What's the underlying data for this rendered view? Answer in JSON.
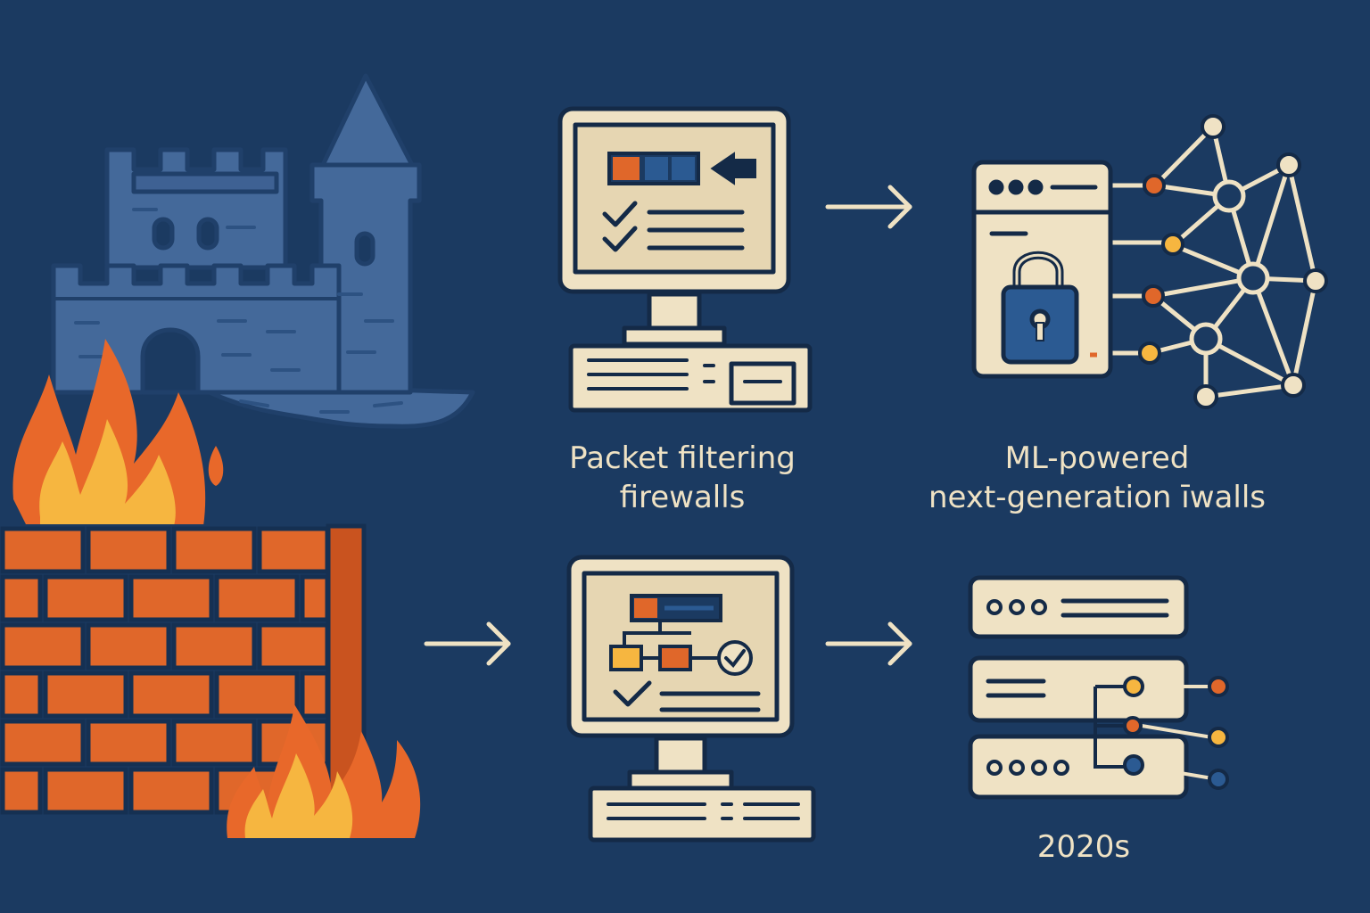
{
  "labels": {
    "packet_filtering": [
      "Packet filtering",
      "firewalls"
    ],
    "ml_powered": [
      "ML-powered",
      "next-generation īwalls"
    ],
    "era": "2020s"
  },
  "icons": [
    "castle-icon",
    "flame-icon",
    "brick-wall-icon",
    "computer-monitor-icon",
    "arrow-right-icon",
    "padlock-icon",
    "neural-network-icon",
    "server-rack-icon",
    "flowchart-icon",
    "checkmark-icon"
  ],
  "colors": {
    "background": "#1b3a61",
    "cream": "#efe2c4",
    "outline": "#142a47",
    "brick": "#e0672a",
    "castle": "#44699a",
    "flame_orange": "#e8682a",
    "flame_yellow": "#f6b640",
    "blue": "#2b5a92"
  }
}
